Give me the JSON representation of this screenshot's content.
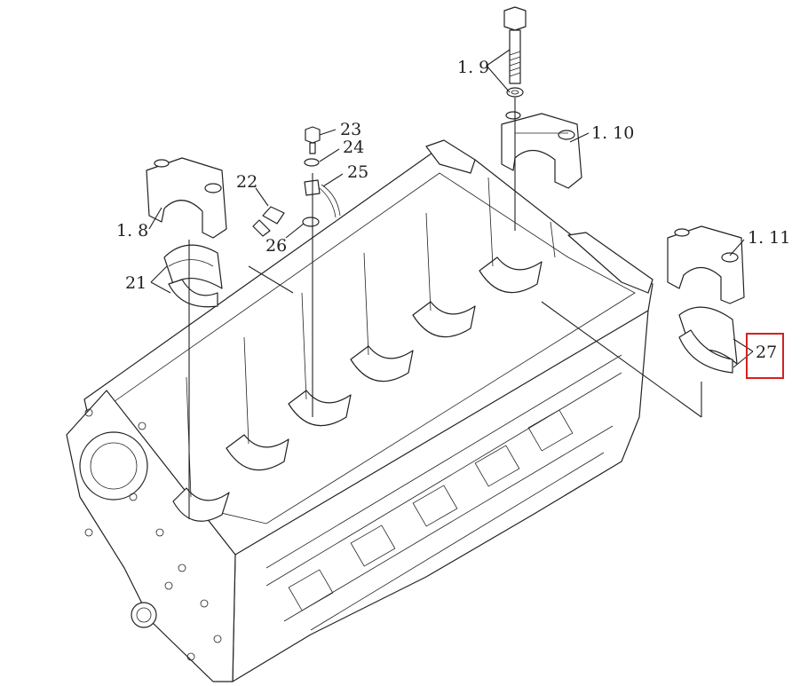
{
  "callouts": [
    {
      "id": "1.9",
      "text": "1. 9"
    },
    {
      "id": "1.10",
      "text": "1. 10"
    },
    {
      "id": "23",
      "text": "23"
    },
    {
      "id": "24",
      "text": "24"
    },
    {
      "id": "25",
      "text": "25"
    },
    {
      "id": "22",
      "text": "22"
    },
    {
      "id": "26",
      "text": "26"
    },
    {
      "id": "1.8",
      "text": "1. 8"
    },
    {
      "id": "1.11",
      "text": "1. 11"
    },
    {
      "id": "21",
      "text": "21"
    },
    {
      "id": "27",
      "text": "27"
    }
  ],
  "highlighted_callout": "27",
  "colors": {
    "line": "#222222",
    "highlight": "#d42020",
    "background": "#ffffff"
  }
}
